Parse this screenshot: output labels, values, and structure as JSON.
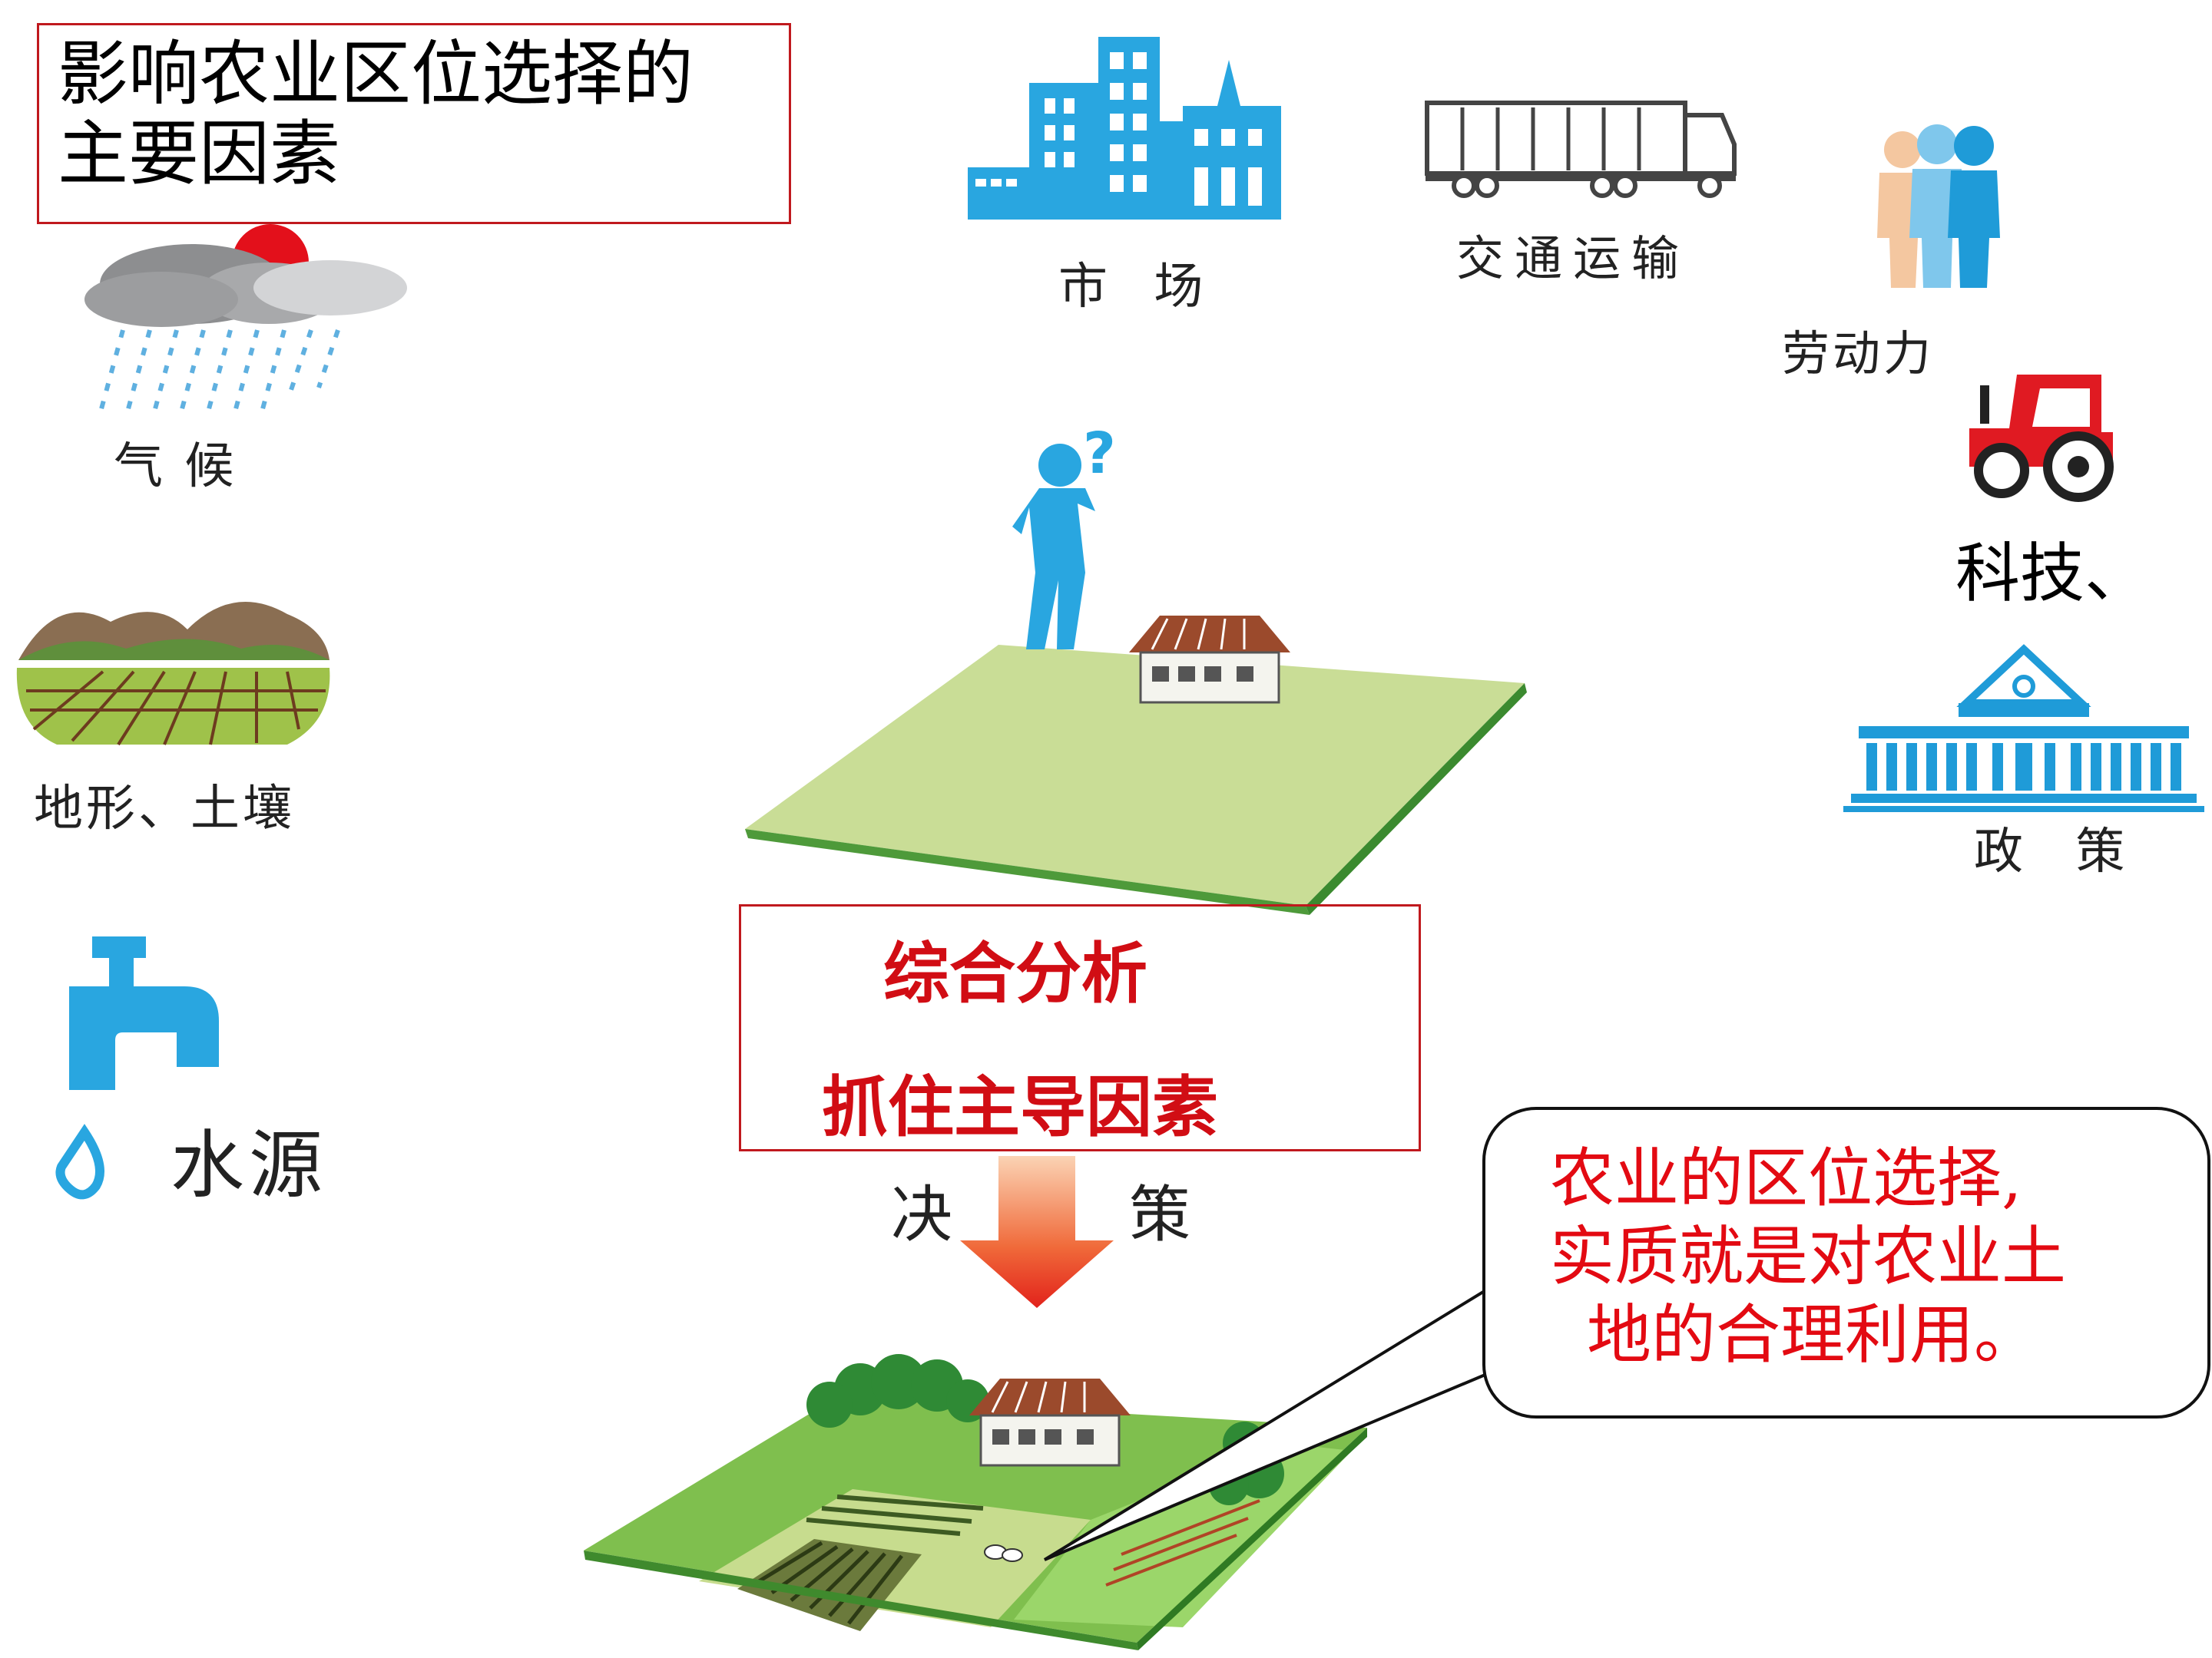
{
  "title": {
    "line1": "影响农业区位选择的",
    "line2": "主要因素"
  },
  "factors": {
    "climate": "气 候",
    "terrain_soil": "地形、土壤",
    "water": "水源",
    "market": "市 场",
    "transport": "交通运输",
    "labor": "劳动力",
    "technology": "科技、",
    "policy": "政 策"
  },
  "analysis": {
    "line1": "综合分析",
    "line2": "抓住主导因素"
  },
  "decision": {
    "left": "决",
    "right": "策"
  },
  "question_mark": "?",
  "callout": {
    "line1": "农业的区位选择,",
    "line2": "实质就是对农业土",
    "line3": "地的合理利用。"
  },
  "colors": {
    "accent_red": "#c0191e",
    "text_red": "#e30a12",
    "icon_blue": "#29a6e0",
    "field_green": "#cfe59a"
  }
}
